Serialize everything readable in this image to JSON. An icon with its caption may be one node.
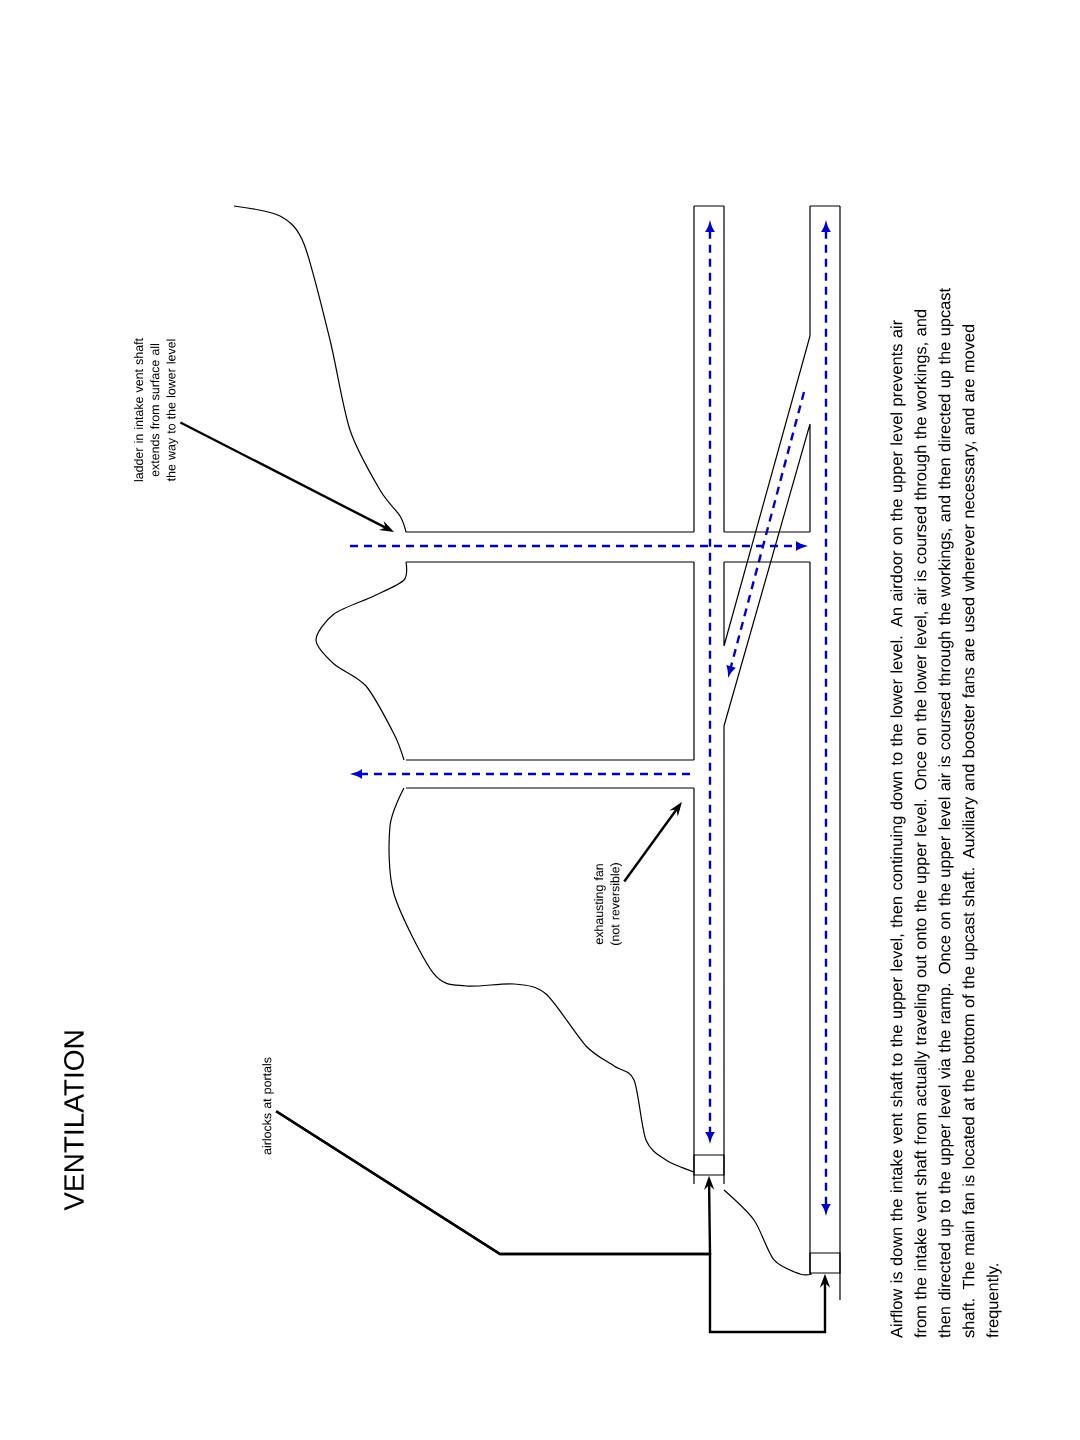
{
  "diagram": {
    "title": "VENTILATION",
    "caption": "Airflow is down the intake vent shaft to the upper level, then continuing down to the lower level. An airdoor on the upper level prevents air from the intake vent shaft from actually traveling out onto the upper level. Once on the lower level, air is coursed through the workings, and then directed up to the upper level via the ramp. Once on the upper level air is coursed through the workings, and then directed up the upcast shaft. The main fan is located at the bottom of the upcast shaft. Auxiliary and booster fans are used wherever necessary, and are moved frequently.",
    "nodes": [
      {
        "text": [
          "ladder in intake vent shaft extends from surface all the way to the lower level"
        ]
      },
      {
        "text": [
          "exhausting fan (not reversible)"
        ]
      },
      {
        "text": [
          "airlocks at portals"
        ]
      },
      {
        "text": [],
        "shape": "box"
      },
      {
        "text": [],
        "shape": "box"
      }
    ],
    "edges": [
      {
        "from": 0,
        "to": null,
        "arrow": "to"
      },
      {
        "from": 1,
        "to": null,
        "arrow": "to"
      },
      {
        "from": 2,
        "to": 3,
        "arrow": "to"
      },
      {
        "from": 2,
        "to": 4,
        "arrow": "to"
      }
    ]
  }
}
